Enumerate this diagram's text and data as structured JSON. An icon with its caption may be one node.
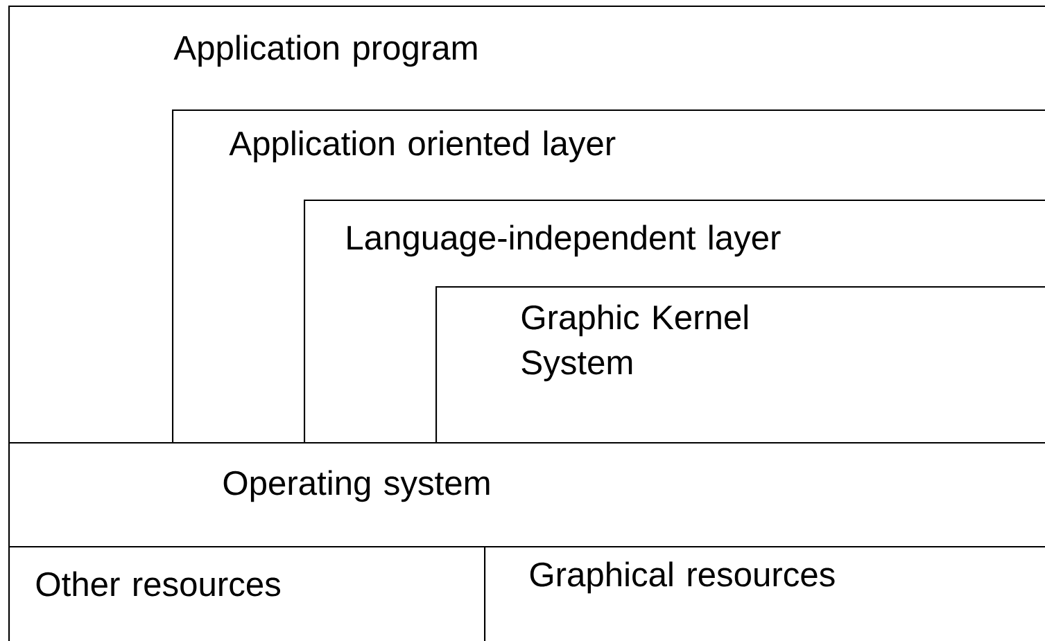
{
  "diagram": {
    "nodes": [
      {
        "text": [
          "Application program"
        ]
      },
      {
        "text": [
          "Application oriented layer"
        ],
        "in": 0
      },
      {
        "text": [
          "Language-independent layer"
        ],
        "in": 1
      },
      {
        "text": [
          "Graphic Kernel System"
        ],
        "in": 2
      },
      {
        "text": [
          "Operating system"
        ]
      },
      {
        "text": [
          "Other resources"
        ]
      },
      {
        "text": [
          "Graphical resources"
        ]
      }
    ]
  }
}
